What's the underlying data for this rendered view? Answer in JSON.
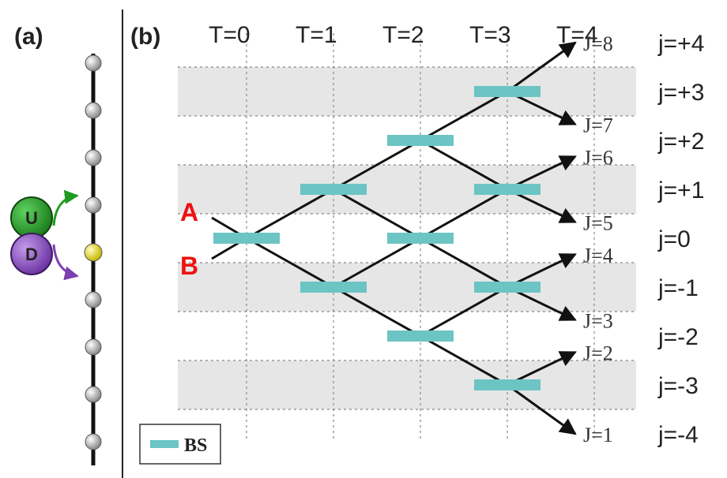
{
  "panels": {
    "a": "(a)",
    "b": "(b)"
  },
  "colors": {
    "band": "#e6e6e6",
    "bs": "#6cc4c4",
    "path": "#111111",
    "input": "#ee1111",
    "up": "#1f9a1f",
    "down": "#7a3fb0",
    "site": "#d0d0d0",
    "active_site": "#e8e020"
  },
  "spin": {
    "up_label": "U",
    "down_label": "D",
    "up_arrow_color": "green",
    "down_arrow_color": "purple"
  },
  "lattice": {
    "sites": 9,
    "active_index": 4
  },
  "walk": {
    "time_steps": [
      "T=0",
      "T=1",
      "T=2",
      "T=3",
      "T=4"
    ],
    "row_labels": [
      "j=+4",
      "j=+3",
      "j=+2",
      "j=+1",
      "j=0",
      "j=-1",
      "j=-2",
      "j=-3",
      "j=-4"
    ],
    "row_values": [
      4,
      3,
      2,
      1,
      0,
      -1,
      -2,
      -3,
      -4
    ],
    "shaded_rows": [
      3,
      1,
      -1,
      -3
    ],
    "inputs": [
      {
        "label": "A",
        "j": 0.55
      },
      {
        "label": "B",
        "j": -0.55
      }
    ],
    "beam_splitters": [
      {
        "t": 0,
        "j": 0
      },
      {
        "t": 1,
        "j": 1
      },
      {
        "t": 1,
        "j": -1
      },
      {
        "t": 2,
        "j": 2
      },
      {
        "t": 2,
        "j": 0
      },
      {
        "t": 2,
        "j": -2
      },
      {
        "t": 3,
        "j": 3
      },
      {
        "t": 3,
        "j": 1
      },
      {
        "t": 3,
        "j": -1
      },
      {
        "t": 3,
        "j": -3
      }
    ],
    "outputs": [
      {
        "label": "J=8",
        "j": 4
      },
      {
        "label": "J=7",
        "j": 2.33
      },
      {
        "label": "J=6",
        "j": 1.67
      },
      {
        "label": "J=5",
        "j": 0.33
      },
      {
        "label": "J=4",
        "j": -0.33
      },
      {
        "label": "J=3",
        "j": -1.67
      },
      {
        "label": "J=2",
        "j": -2.33
      },
      {
        "label": "J=1",
        "j": -4
      }
    ],
    "legend": "BS"
  }
}
